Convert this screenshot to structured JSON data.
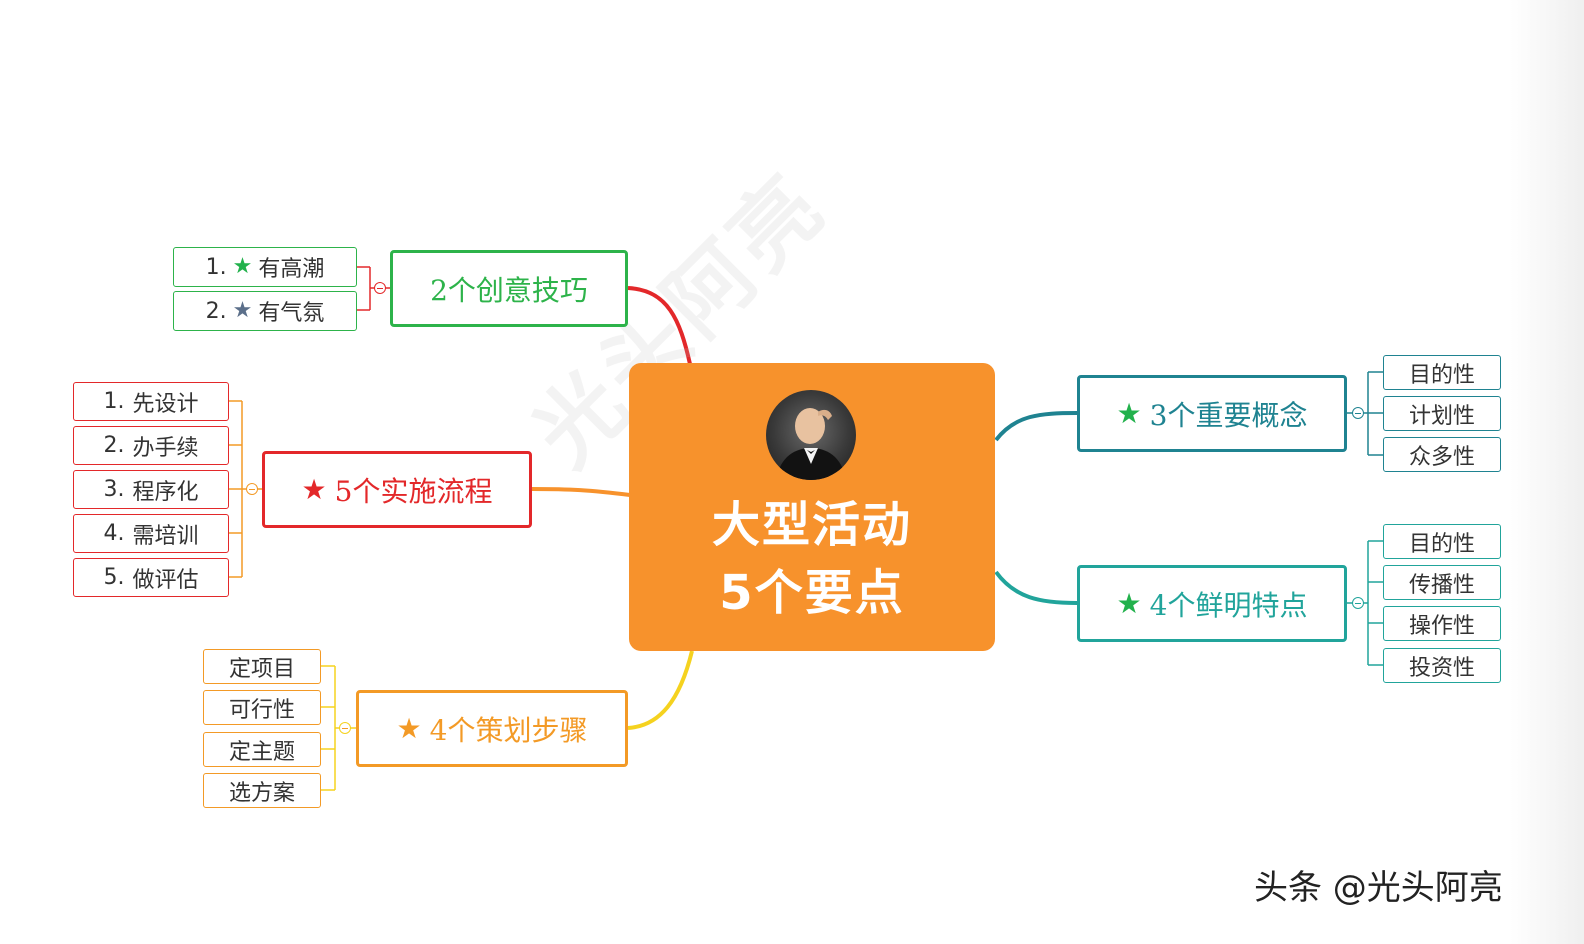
{
  "center": {
    "line1": "大型活动",
    "line2": "5个要点",
    "color": "#f7922c"
  },
  "watermark": "光头阿亮",
  "footer": "头条 @光头阿亮",
  "branches": {
    "creative": {
      "label": "2个创意技巧",
      "color": "#2db34a",
      "line_color": "#e3282a",
      "items": [
        {
          "num": "1.",
          "icon": "star-icon",
          "icon_color": "#22b14c",
          "text": "有高潮"
        },
        {
          "num": "2.",
          "icon": "star-icon",
          "icon_color": "#5b6f8a",
          "text": "有气氛"
        }
      ]
    },
    "process": {
      "label": "5个实施流程",
      "star": "★",
      "color": "#e3282a",
      "line_color": "#f7922c",
      "items": [
        {
          "num": "1.",
          "text": "先设计"
        },
        {
          "num": "2.",
          "text": "办手续"
        },
        {
          "num": "3.",
          "text": "程序化"
        },
        {
          "num": "4.",
          "text": "需培训"
        },
        {
          "num": "5.",
          "text": "做评估"
        }
      ]
    },
    "planning": {
      "label": "4个策划步骤",
      "star": "★",
      "color": "#f39a26",
      "line_color": "#f5d21f",
      "items": [
        "定项目",
        "可行性",
        "定主题",
        "选方案"
      ]
    },
    "concepts": {
      "label": "3个重要概念",
      "star": "★",
      "star_color": "#22b14c",
      "color": "#1f8391",
      "line_color": "#1f8391",
      "items": [
        "目的性",
        "计划性",
        "众多性"
      ]
    },
    "features": {
      "label": "4个鲜明特点",
      "star": "★",
      "star_color": "#22b14c",
      "color": "#21a49b",
      "line_color": "#21a49b",
      "items": [
        "目的性",
        "传播性",
        "操作性",
        "投资性"
      ]
    }
  }
}
